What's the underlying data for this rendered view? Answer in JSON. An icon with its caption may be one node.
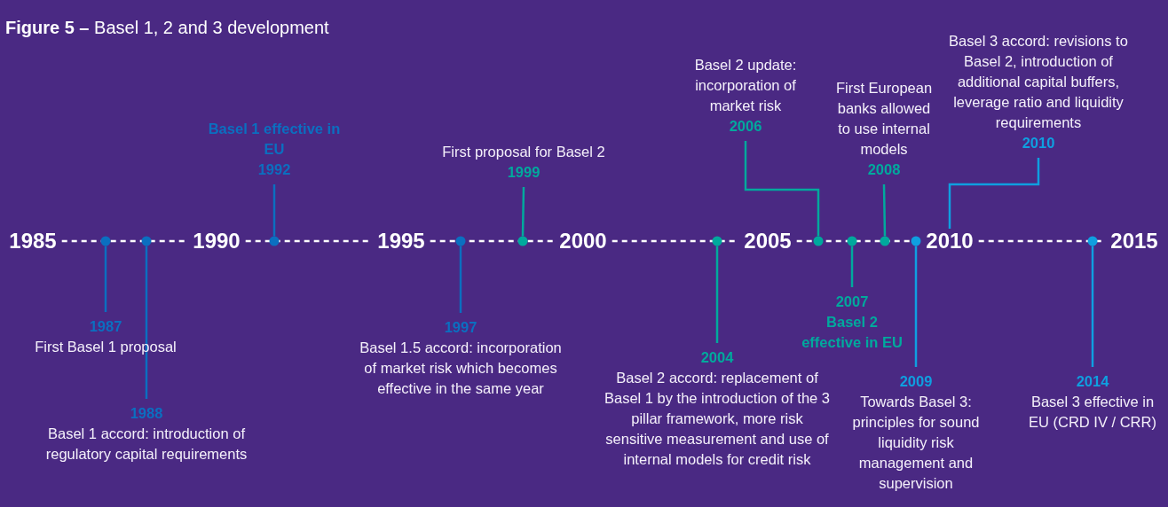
{
  "diagram": {
    "title": "**Figure 5 –** Basel 1, 2 and 3 development",
    "nodes": [
      {
        "text": [
          "1987",
          "First Basel 1 proposal"
        ]
      },
      {
        "text": [
          "1988",
          "Basel 1 accord: introduction of regulatory capital requirements"
        ]
      },
      {
        "text": [
          "Basel 1 effective in EU",
          "1992"
        ]
      },
      {
        "text": [
          "1997",
          "Basel 1.5 accord: incorporation of market risk which becomes effective in the same year"
        ]
      },
      {
        "text": [
          "First proposal for Basel 2",
          "1999"
        ]
      },
      {
        "text": [
          "2004",
          "Basel 2 accord: replacement of Basel 1 by the introduction of the 3 pillar framework, more risk sensitive measurement and use of internal models for credit risk"
        ]
      },
      {
        "text": [
          "Basel 2 update: incorporation of market risk",
          "2006"
        ]
      },
      {
        "text": [
          "2007",
          "Basel 2 effective in EU"
        ]
      },
      {
        "text": [
          "First European banks allowed to use internal models",
          "2008"
        ]
      },
      {
        "text": [
          "2009",
          "Towards Basel 3: principles for sound liquidity risk management and supervision"
        ]
      },
      {
        "text": [
          "Basel 3 accord: revisions to Basel 2, introduction of additional capital buffers, leverage ratio and liquidity requirements",
          "2010"
        ]
      },
      {
        "text": [
          "2014",
          "Basel 3 effective in EU (CRD IV / CRR)"
        ]
      },
      {
        "text": [
          "1985"
        ]
      },
      {
        "text": [
          "1990"
        ]
      },
      {
        "text": [
          "1995"
        ]
      },
      {
        "text": [
          "2000"
        ]
      },
      {
        "text": [
          "2005"
        ]
      },
      {
        "text": [
          "2010"
        ]
      },
      {
        "text": [
          "2015"
        ]
      },
      {
        "text": [],
        "shape": "circle"
      },
      {
        "text": [],
        "shape": "circle"
      },
      {
        "text": [],
        "shape": "circle"
      },
      {
        "text": [],
        "shape": "circle"
      },
      {
        "text": [],
        "shape": "circle"
      },
      {
        "text": [],
        "shape": "circle"
      },
      {
        "text": [],
        "shape": "circle"
      },
      {
        "text": [],
        "shape": "circle"
      },
      {
        "text": [],
        "shape": "circle"
      },
      {
        "text": [],
        "shape": "circle"
      },
      {
        "text": [],
        "shape": "circle"
      }
    ],
    "edges": [
      {
        "from": 0,
        "to": 19,
        "arrow": "none",
        "color": "#0b6fc0"
      },
      {
        "from": 1,
        "to": 20,
        "arrow": "none",
        "color": "#0b6fc0"
      },
      {
        "from": 2,
        "to": 21,
        "arrow": "none",
        "color": "#0b6fc0"
      },
      {
        "from": 3,
        "to": 22,
        "arrow": "none",
        "color": "#0b6fc0"
      },
      {
        "from": 4,
        "to": 23,
        "arrow": "none"
      },
      {
        "from": 5,
        "to": 24,
        "arrow": "none"
      },
      {
        "from": 6,
        "to": 25,
        "arrow": "none"
      },
      {
        "from": 7,
        "to": 26,
        "arrow": "none"
      },
      {
        "from": 8,
        "to": 27,
        "arrow": "none"
      },
      {
        "from": 9,
        "to": 28,
        "arrow": "none",
        "color": "#0f9fe0"
      },
      {
        "from": 10,
        "to": 17,
        "arrow": "none",
        "color": "#0f9fe0"
      },
      {
        "from": 11,
        "to": 29,
        "arrow": "none",
        "color": "#0f9fe0"
      }
    ]
  }
}
